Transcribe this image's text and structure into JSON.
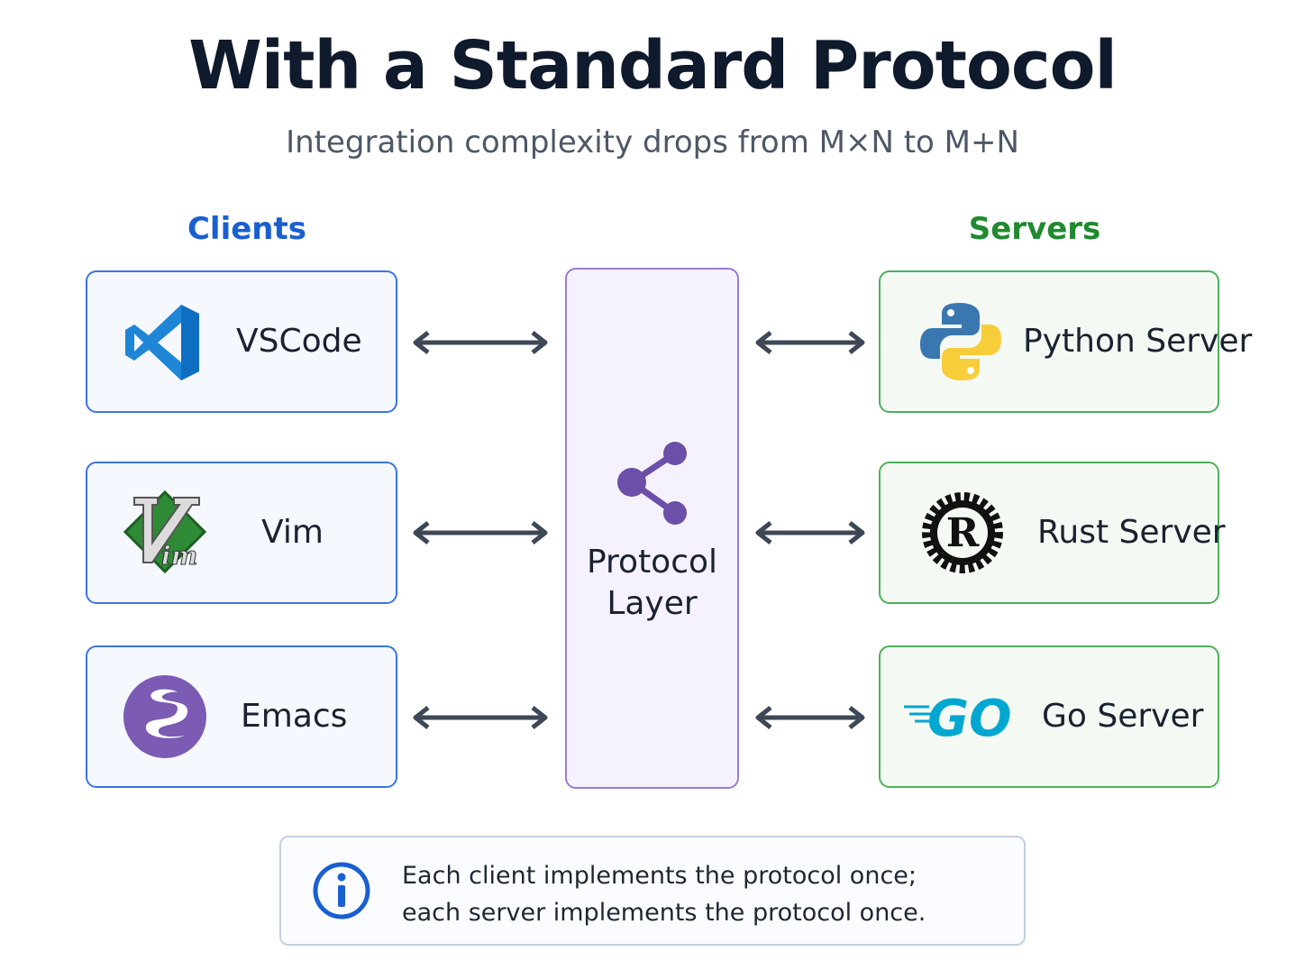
{
  "header": {
    "title": "With a Standard Protocol",
    "subtitle": "Integration complexity drops from M×N to M+N"
  },
  "clients": {
    "heading": "Clients",
    "items": [
      {
        "label": "VSCode",
        "icon": "vscode-icon"
      },
      {
        "label": "Vim",
        "icon": "vim-icon"
      },
      {
        "label": "Emacs",
        "icon": "emacs-icon"
      }
    ]
  },
  "servers": {
    "heading": "Servers",
    "items": [
      {
        "label": "Python Server",
        "icon": "python-icon"
      },
      {
        "label": "Rust Server",
        "icon": "rust-icon"
      },
      {
        "label": "Go Server",
        "icon": "go-icon"
      }
    ]
  },
  "protocol": {
    "line1": "Protocol",
    "line2": "Layer",
    "icon": "share-icon"
  },
  "note": {
    "line1": "Each client implements the protocol once;",
    "line2": "each server implements the protocol once.",
    "icon": "info-icon"
  },
  "colors": {
    "client_accent": "#1a5fd1",
    "server_accent": "#1f8a2e",
    "protocol_accent": "#7b5cb8"
  }
}
